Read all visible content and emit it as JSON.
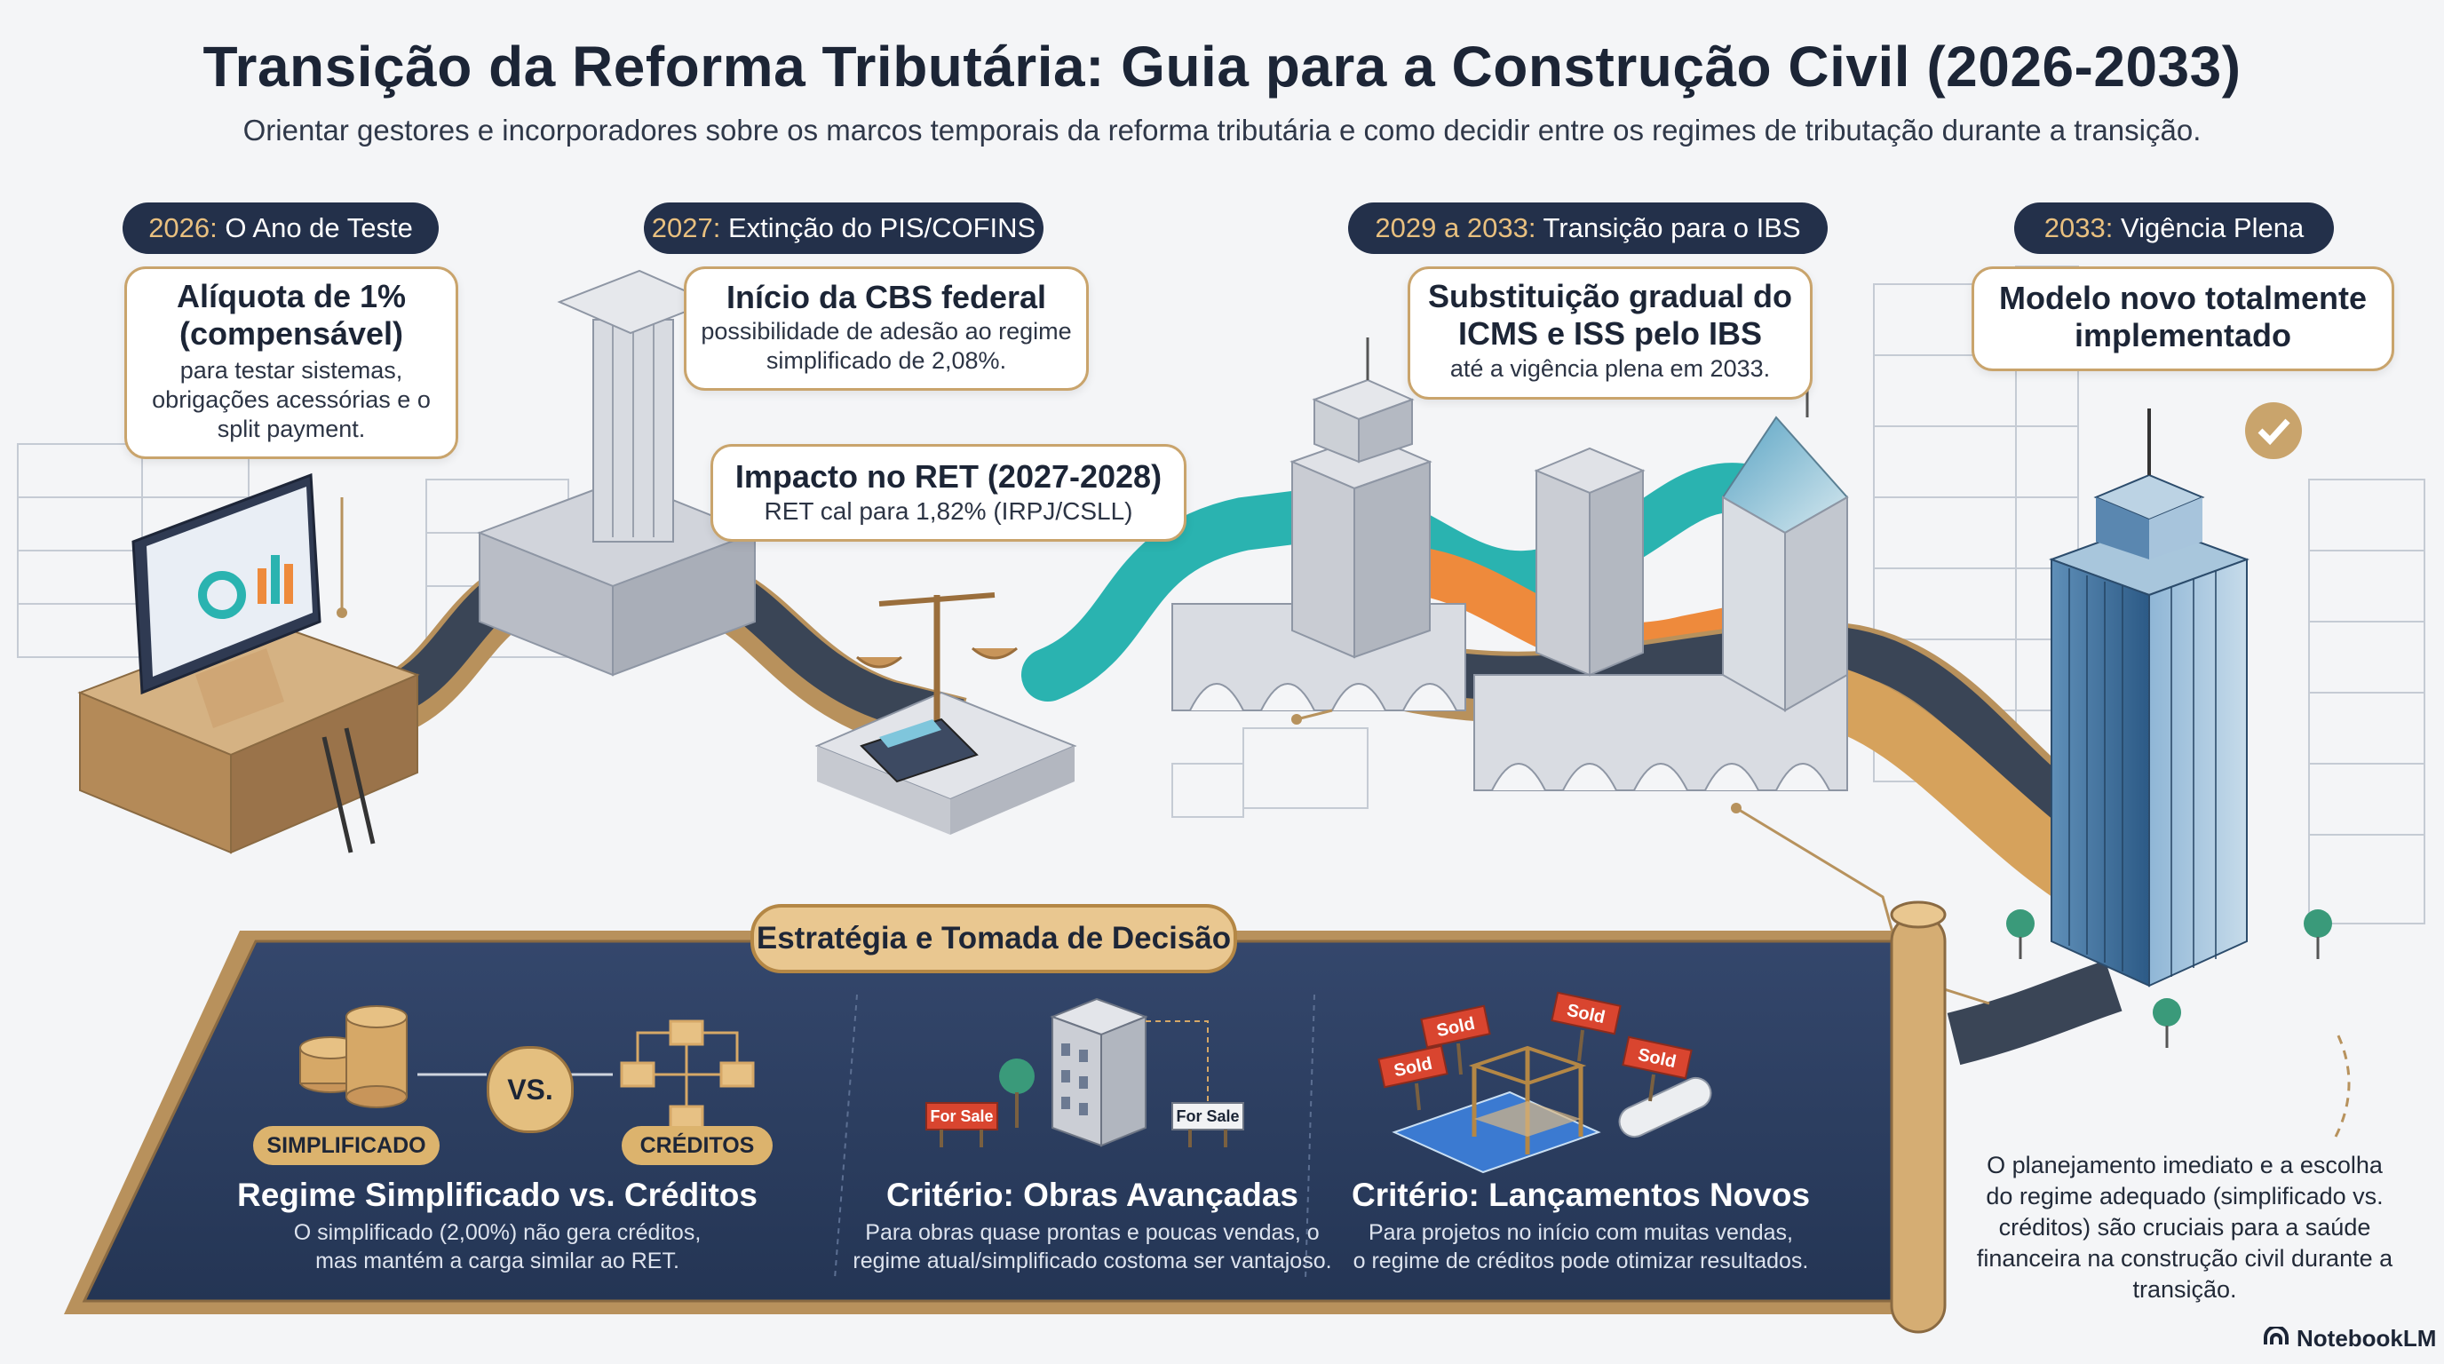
{
  "header": {
    "title": "Transição da Reforma Tributária: Guia para a Construção Civil (2026-2033)",
    "subtitle": "Orientar gestores e incorporadores sobre os marcos temporais da reforma tributária e como decidir entre os regimes de tributação durante a transição."
  },
  "milestones": [
    {
      "year": "2026:",
      "label": "O Ano de Teste",
      "heading": "Alíquota de 1% (compensável)",
      "body": "para testar sistemas, obrigações acessórias e o split payment."
    },
    {
      "year": "2027:",
      "label": "Extinção do PIS/COFINS",
      "heading": "Início da CBS federal",
      "body": "possibilidade de adesão ao regime simplificado de 2,08%."
    },
    {
      "year": "2029 a 2033:",
      "label": "Transição para o IBS",
      "heading": "Substituição gradual do ICMS e ISS pelo IBS",
      "body": "até a vigência plena em 2033."
    },
    {
      "year": "2033:",
      "label": "Vigência Plena",
      "heading": "Modelo novo totalmente implementado",
      "body": ""
    }
  ],
  "ret_callout": {
    "heading": "Impacto no RET (2027-2028)",
    "body": "RET cal para 1,82% (IRPJ/CSLL)"
  },
  "strategy": {
    "banner": "Estratégia e Tomada de Decisão",
    "tag_left": "SIMPLIFICADO",
    "vs_label": "VS.",
    "tag_right": "CRÉDITOS",
    "cards": [
      {
        "heading": "Regime Simplificado vs. Créditos",
        "body_1": "O simplificado (2,00%) não gera créditos,",
        "body_2": "mas mantém a carga similar ao RET."
      },
      {
        "heading": "Critério: Obras Avançadas",
        "body_1": "Para obras quase prontas e poucas vendas, o",
        "body_2": "regime atual/simplificado costoma ser vantajoso."
      },
      {
        "heading": "Critério: Lançamentos Novos",
        "body_1": "Para projetos no início com muitas vendas,",
        "body_2": "o regime de créditos pode otimizar resultados."
      }
    ],
    "for_sale_label": "For Sale",
    "sold_label": "Sold"
  },
  "side_note": "O planejamento imediato e a escolha do regime adequado (simplificado vs. créditos) são cruciais para a saúde financeira na construção civil durante a transição.",
  "brand": "NotebookLM",
  "colors": {
    "navy": "#23304a",
    "gold": "#c9a46c",
    "teal": "#2ab3b0",
    "orange": "#ee8a3c",
    "panel": "#2c3d5e"
  }
}
